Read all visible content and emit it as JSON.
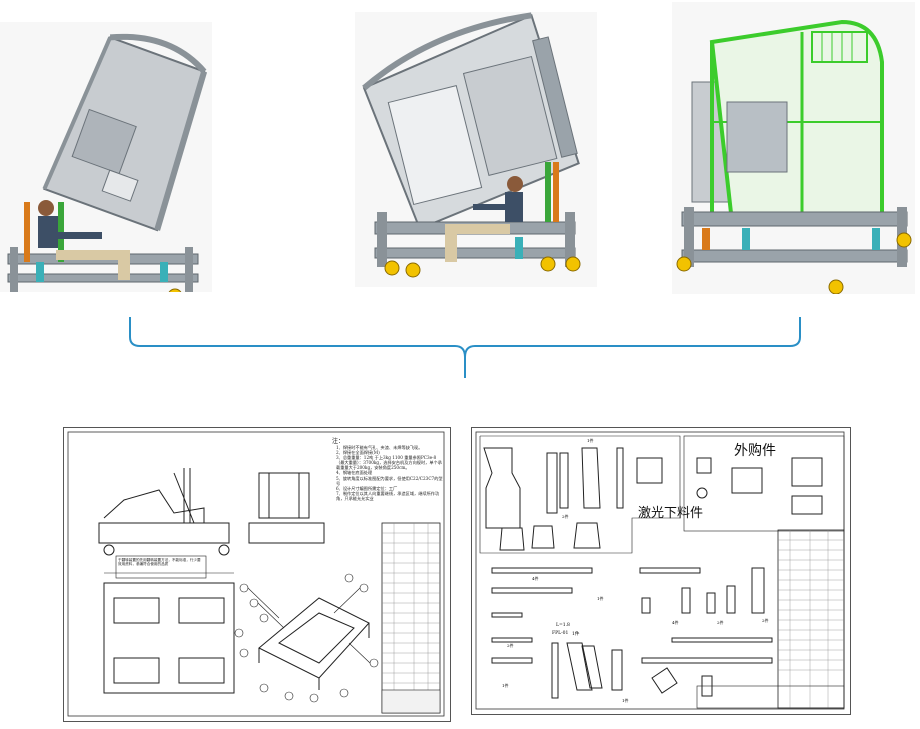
{
  "colors": {
    "brace": "#2a8fc6",
    "frame_grey": "#9aa3aa",
    "frame_dark": "#5f676d",
    "cab_green": "#3ccc2c",
    "wheel_yellow": "#f2c200",
    "cylinder_orange": "#d97a1a",
    "piston_green": "#3aa63a",
    "hydraulic_cyan": "#3ab0b8"
  },
  "icons": [
    "tipping-fixture-render",
    "cab-frame-render",
    "operator-figure",
    "caster-wheel-icon"
  ],
  "drawing_right": {
    "outsourced_label": "外购件",
    "laser_cut_label": "激光下料件",
    "qty_labels": [
      "1件",
      "2件",
      "4件",
      "1件",
      "2件",
      "1件",
      "4件",
      "2件",
      "1件",
      "2件"
    ],
    "small_labels": [
      "L=1.8",
      "FPL-01",
      "1件"
    ]
  },
  "drawing_left": {
    "notes_title": "注：",
    "notes": [
      "1、焊接时不能有气孔、夹渣、未焊等缺飞现。",
      "2、焊接在全面焊接(M)",
      "3、总重重量：12吨 于上3kg  1100 重量参照PC3e-8（最大重量）：3700kg，选择安台机及方向规时，单个承载重量大于200kg，安装角度250cm。",
      "4、钢轴在底面处理",
      "5、旋转角度以标准图配为要求，但使用C22/C23C7的型号",
      "6、设计尺寸编图所需定位：工厂",
      "7、制作定位以其人向重要继线，承造区域，继续所作功角，只承能允允实业"
    ],
    "stamp_text": "于翻转装置的先用翻转装置方法，不能标准，行少要效用资料，参编符合使用的品质"
  }
}
